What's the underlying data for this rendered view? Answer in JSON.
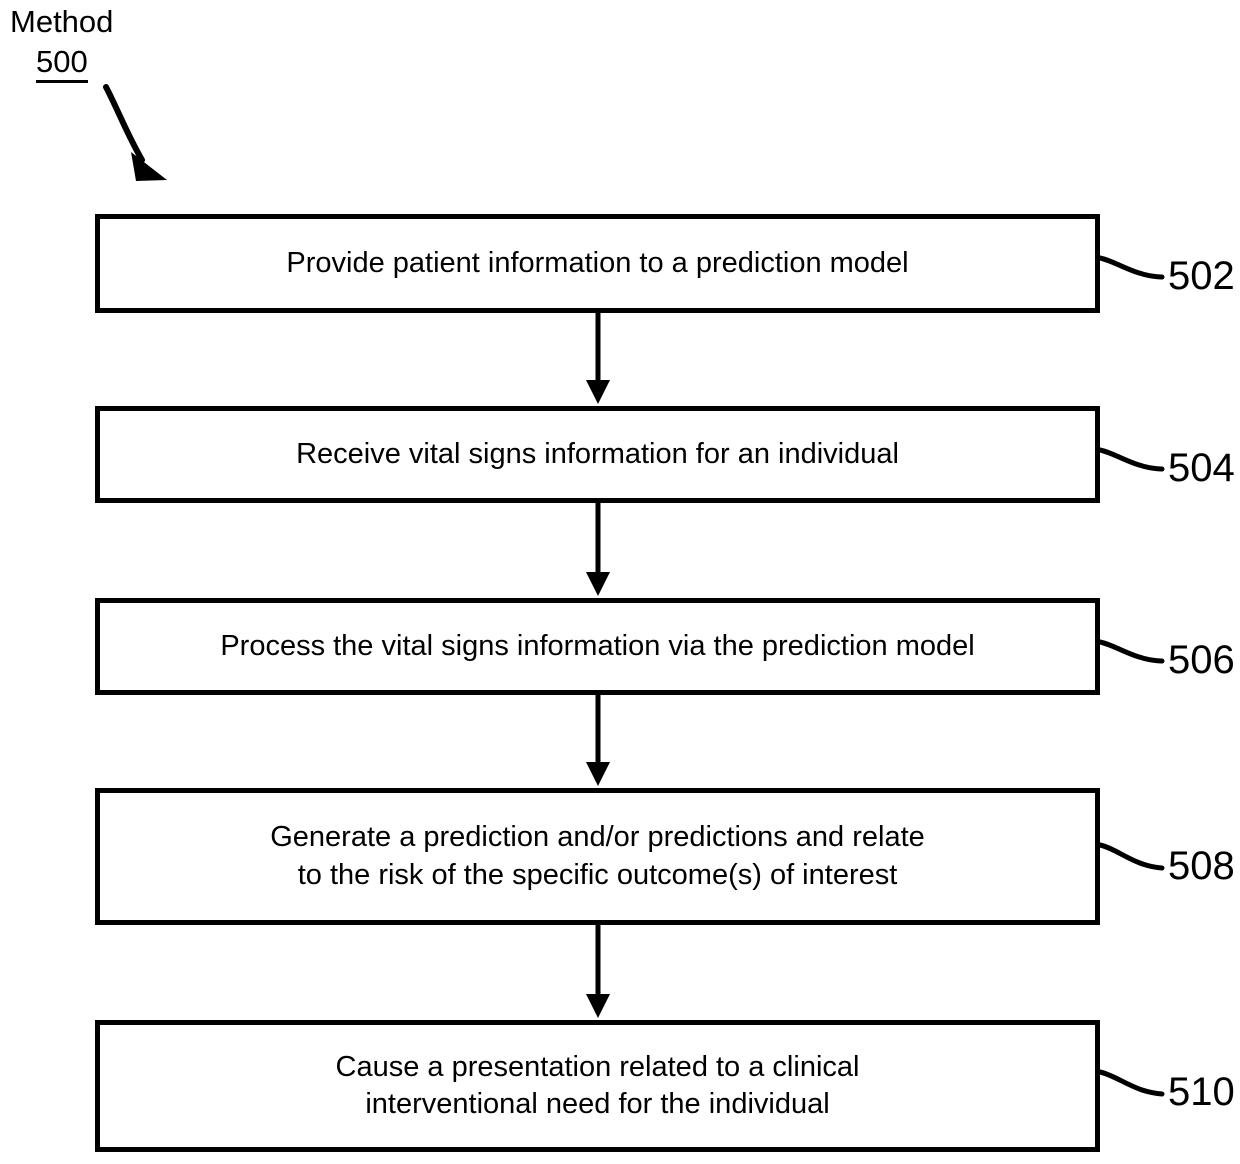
{
  "figure": {
    "caption_word": "Method",
    "caption_number": "500",
    "pointer_icon": "curved-arrow-icon"
  },
  "flowchart": {
    "type": "flowchart",
    "orientation": "top-to-bottom",
    "steps": [
      {
        "ref": "502",
        "text": "Provide patient information to a prediction model",
        "lines": [
          "Provide patient information to a prediction model"
        ]
      },
      {
        "ref": "504",
        "text": "Receive vital signs information for an individual",
        "lines": [
          "Receive vital signs information for an individual"
        ]
      },
      {
        "ref": "506",
        "text": "Process the vital signs information via the prediction model",
        "lines": [
          "Process the vital signs information via the prediction model"
        ]
      },
      {
        "ref": "508",
        "text": "Generate a prediction and/or predictions and relate\nto the risk of the specific outcome(s) of interest",
        "lines": [
          "Generate a prediction and/or predictions and relate",
          "to the risk of the specific outcome(s) of interest"
        ]
      },
      {
        "ref": "510",
        "text": "Cause a presentation related to a clinical\ninterventional need for the individual",
        "lines": [
          "Cause a presentation related to a clinical",
          "interventional need for the individual"
        ]
      }
    ],
    "connectors": [
      {
        "from": "502",
        "to": "504",
        "arrow": "down"
      },
      {
        "from": "504",
        "to": "506",
        "arrow": "down"
      },
      {
        "from": "506",
        "to": "508",
        "arrow": "down"
      },
      {
        "from": "508",
        "to": "510",
        "arrow": "down"
      }
    ],
    "colors": {
      "stroke": "#000000",
      "fill": "#ffffff",
      "text": "#000000"
    }
  }
}
